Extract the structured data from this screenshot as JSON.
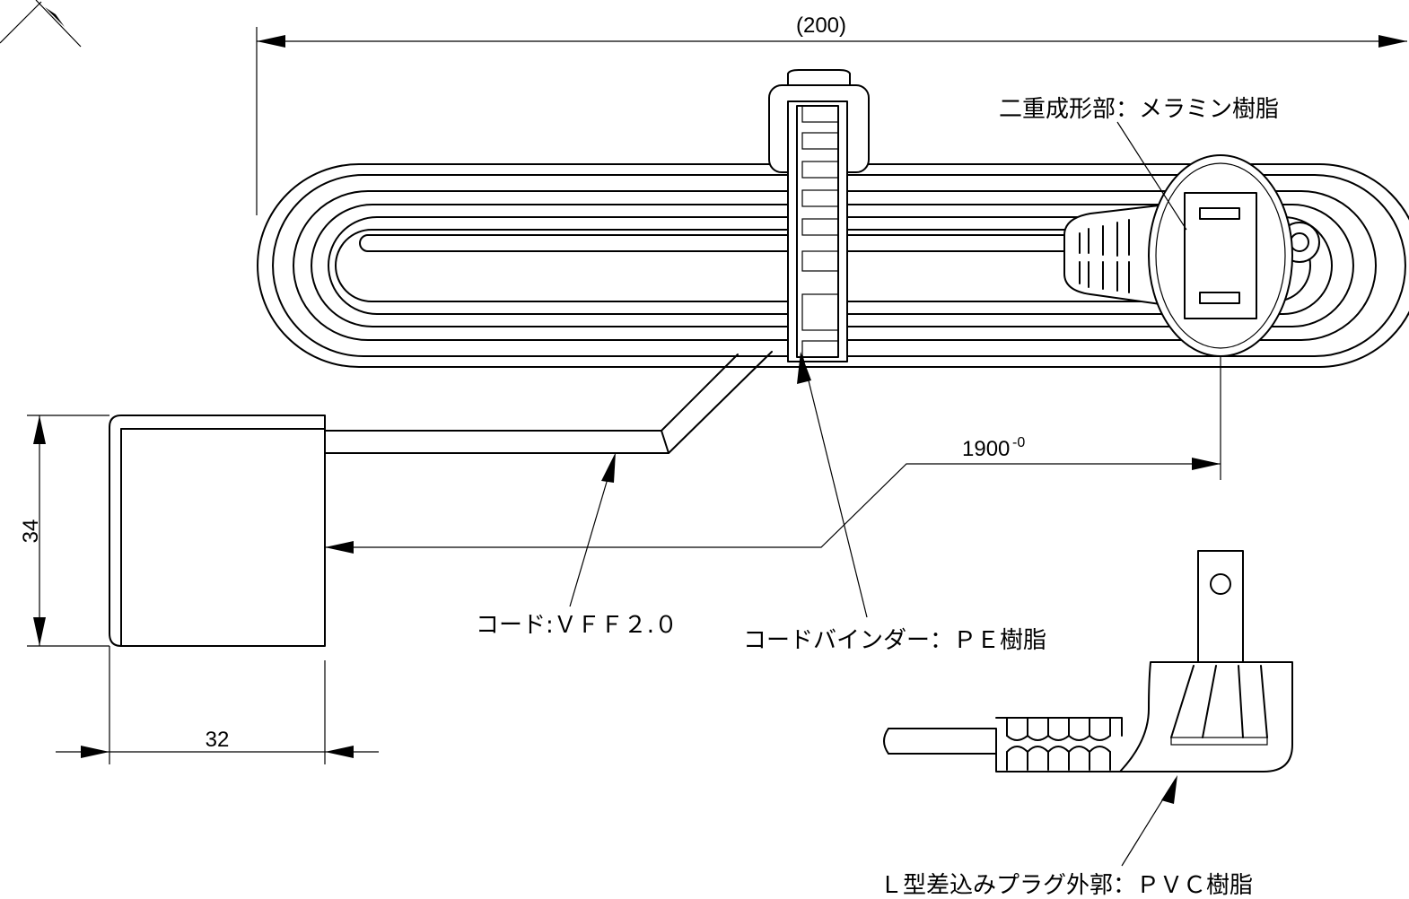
{
  "dimensions": {
    "overall_length": "(200)",
    "cord_length": "1900",
    "cord_length_tolerance": "-0",
    "plug_height": "34",
    "plug_width": "32"
  },
  "callouts": {
    "double_molded": "二重成形部：メラミン樹脂",
    "cord": "コード:ＶＦＦ２.０",
    "cord_binder": "コードバインダー：ＰＥ樹脂",
    "l_plug": "Ｌ型差込みプラグ外郭：ＰＶＣ樹脂"
  }
}
